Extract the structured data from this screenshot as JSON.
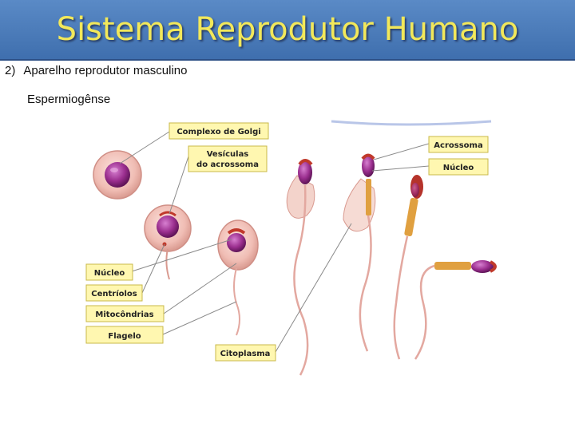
{
  "title": "Sistema Reprodutor Humano",
  "subtitle": {
    "number": "2)",
    "text": "Aparelho reprodutor masculino"
  },
  "section": "Espermiogênse",
  "labels": {
    "golgi": "Complexo de Golgi",
    "vesicles_1": "Vesículas",
    "vesicles_2": "do acrossoma",
    "nucleus_left": "Núcleo",
    "centrioles": "Centríolos",
    "mitochondria": "Mitocôndrias",
    "flagellum": "Flagelo",
    "acrosome": "Acrossoma",
    "nucleus_right": "Núcleo",
    "cytoplasm": "Citoplasma"
  },
  "colors": {
    "title_text": "#f2e85a",
    "title_bg": "#4a7bbd",
    "label_fill": "#fff7b0",
    "cell_body": "#f3c8c2",
    "nucleus": "#9b2f8f",
    "acrosome": "#c0392b",
    "mitochondria": "#e0a040"
  }
}
